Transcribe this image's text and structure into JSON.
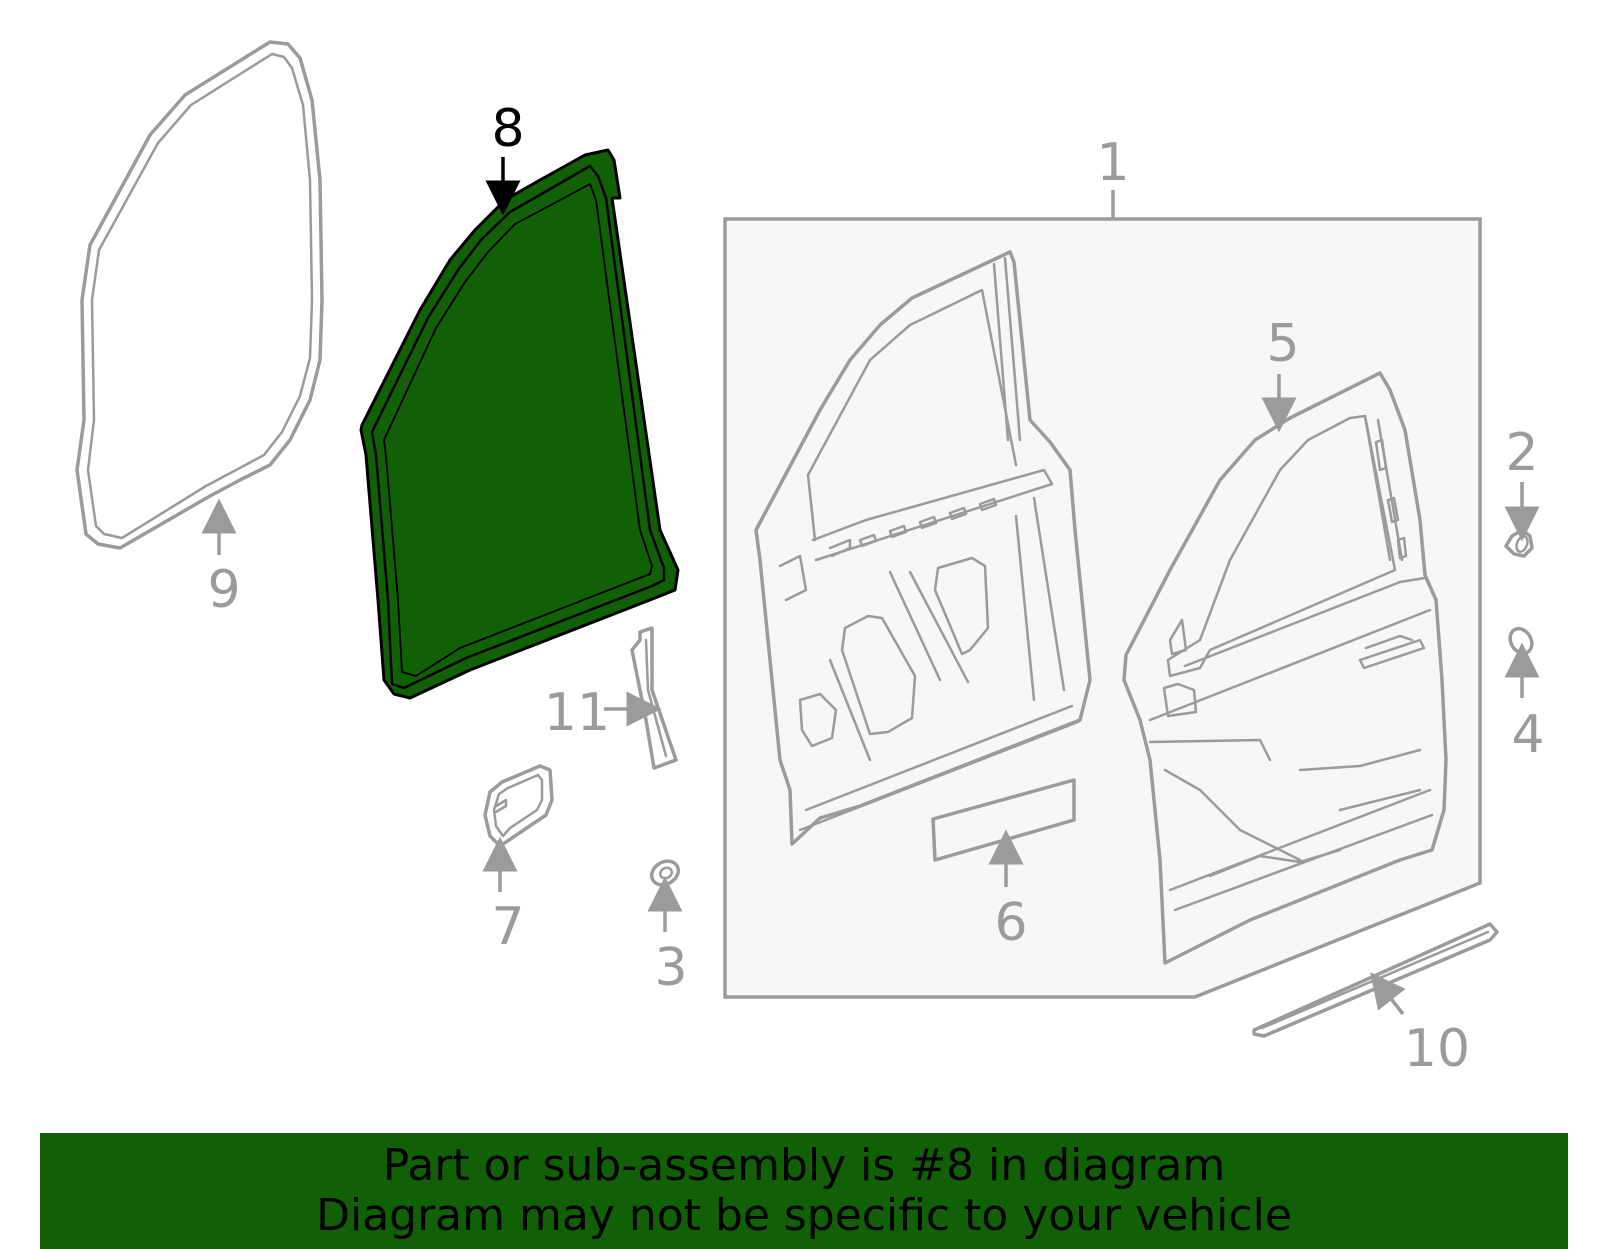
{
  "colors": {
    "highlight_fill": "#126006",
    "part_stroke": "#9b9b9b",
    "panel_fill": "#f7f7f7",
    "banner_bg": "#126006",
    "active_callout": "#000000"
  },
  "callouts": {
    "c1": "1",
    "c2": "2",
    "c3": "3",
    "c4": "4",
    "c5": "5",
    "c6": "6",
    "c7": "7",
    "c8": "8",
    "c9": "9",
    "c10": "10",
    "c11": "11"
  },
  "highlighted_part": "8",
  "banner": {
    "line1": "Part or sub-assembly is #8 in diagram",
    "line2": "Diagram may not be specific to your vehicle"
  }
}
